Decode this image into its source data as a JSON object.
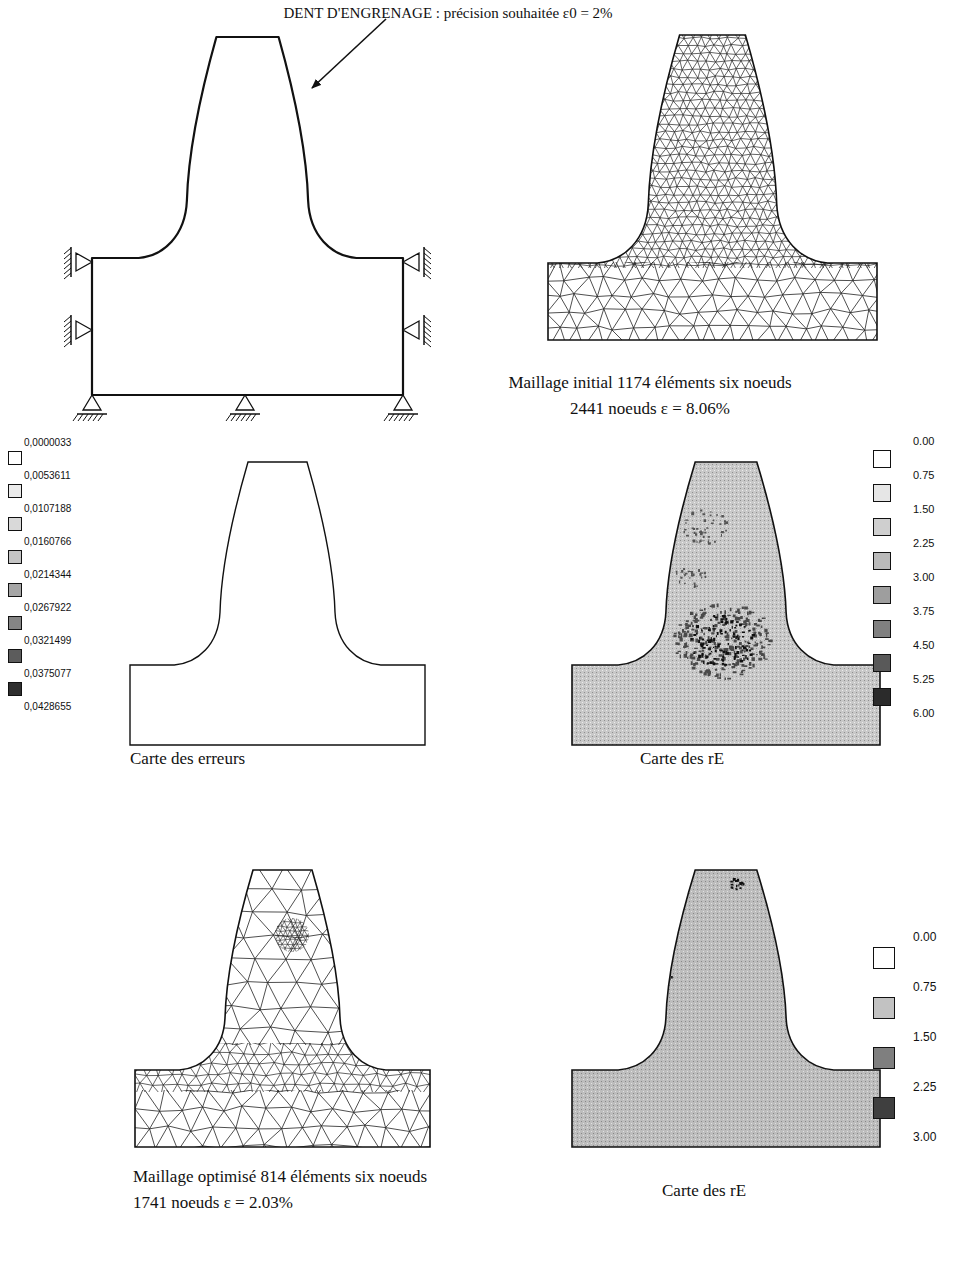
{
  "diagram": {
    "title": "DENT D'ENGRENAGE : précision souhaitée ε0 = 2%",
    "labels": [
      "Maillage initial 1174 éléments six noeuds 2441 noeuds ε = 8.06%",
      "0,0428655",
      "Carte des erreurs",
      "Carte des rE",
      "6.00",
      "Maillage optimisé 814 éléments six noeuds 1741 noeuds ε = 2.03%",
      "Carte des rE",
      "3.00"
    ],
    "legend": [
      {
        "text": "0,0000033",
        "color": "#ffffff"
      },
      {
        "text": "0,0053611",
        "color": "#ebebeb"
      },
      {
        "text": "0,0107188",
        "color": "#d9d9d9"
      },
      {
        "text": "0,0160766",
        "color": "#c4c4c4"
      },
      {
        "text": "0,0214344",
        "color": "#a6a6a6"
      },
      {
        "text": "0,0267922",
        "color": "#858585"
      },
      {
        "text": "0,0321499",
        "color": "#5c5c5c"
      },
      {
        "text": "0,0375077",
        "color": "#2e2e2e"
      },
      {
        "text": "0.00",
        "color": "#ffffff"
      },
      {
        "text": "0.75",
        "color": "#e6e6e6"
      },
      {
        "text": "1.50",
        "color": "#cfcfcf"
      },
      {
        "text": "2.25",
        "color": "#bababa"
      },
      {
        "text": "3.00",
        "color": "#9e9e9e"
      },
      {
        "text": "3.75",
        "color": "#808080"
      },
      {
        "text": "4.50",
        "color": "#595959"
      },
      {
        "text": "5.25",
        "color": "#2b2b2b"
      },
      {
        "text": "0.00",
        "color": "#ffffff"
      },
      {
        "text": "0.75",
        "color": "#c2c2c2"
      },
      {
        "text": "1.50",
        "color": "#7f7f7f"
      },
      {
        "text": "2.25",
        "color": "#3f3f3f"
      }
    ]
  }
}
